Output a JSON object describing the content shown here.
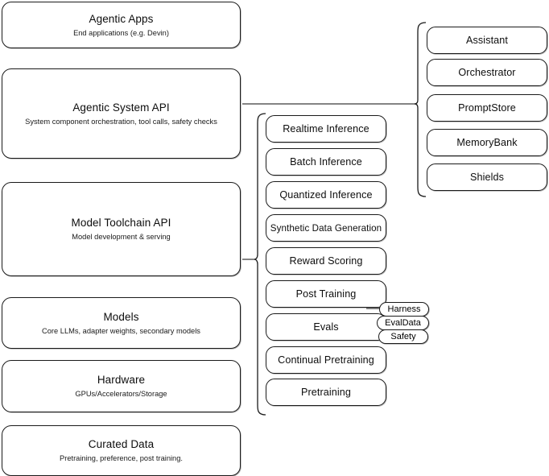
{
  "diagram": {
    "type": "layered-stack-diagram",
    "background_color": "#ffffff",
    "line_color": "#1a1a1a"
  },
  "layers": [
    {
      "title": "Agentic Apps",
      "subtitle": "End applications (e.g. Devin)"
    },
    {
      "title": "Agentic System API",
      "subtitle": "System component orchestration, tool calls, safety checks"
    },
    {
      "title": "Model Toolchain API",
      "subtitle": "Model development & serving"
    },
    {
      "title": "Models",
      "subtitle": "Core LLMs, adapter weights, secondary models"
    },
    {
      "title": "Hardware",
      "subtitle": "GPUs/Accelerators/Storage"
    },
    {
      "title": "Curated Data",
      "subtitle": "Pretraining, preference, post training."
    }
  ],
  "agentic_components": [
    {
      "title": "Assistant"
    },
    {
      "title": "Orchestrator"
    },
    {
      "title": "PromptStore"
    },
    {
      "title": "MemoryBank"
    },
    {
      "title": "Shields"
    }
  ],
  "toolchain_capabilities": [
    {
      "title": "Realtime Inference"
    },
    {
      "title": "Batch Inference"
    },
    {
      "title": "Quantized Inference"
    },
    {
      "title": "Synthetic Data Generation"
    },
    {
      "title": "Reward Scoring"
    },
    {
      "title": "Post Training"
    },
    {
      "title": "Evals"
    },
    {
      "title": "Continual Pretraining"
    },
    {
      "title": "Pretraining"
    }
  ],
  "evals_subcomponents": [
    {
      "title": "Harness"
    },
    {
      "title": "EvalData"
    },
    {
      "title": "Safety"
    }
  ]
}
